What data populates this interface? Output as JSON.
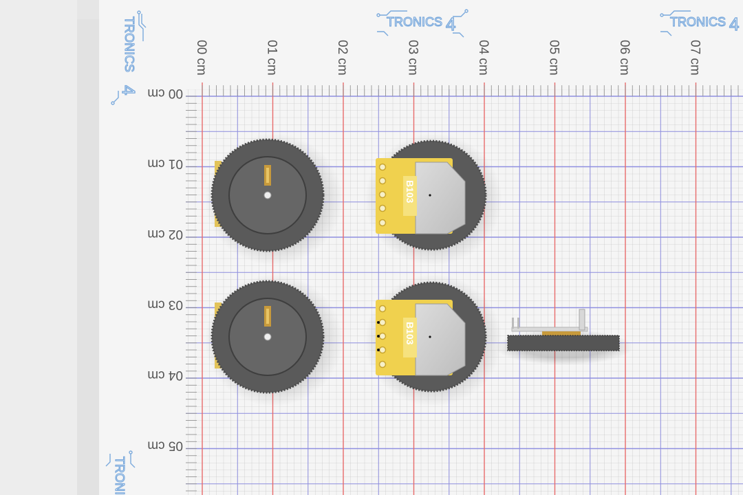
{
  "brand": {
    "text_a": "TRONICS",
    "text_b": "4",
    "color": "#7aa9dc"
  },
  "x_axis_labels": [
    "00 cm",
    "01 cm",
    "02 cm",
    "03 cm",
    "04 cm",
    "05 cm",
    "06 cm",
    "07 cm"
  ],
  "y_axis_labels": [
    "00 cm",
    "01 cm",
    "02 cm",
    "03 cm",
    "04 cm",
    "05 cm"
  ],
  "pcb_marking": "B103",
  "colors": {
    "cm_line": "#e86b6b",
    "half_line": "#8f8fe0",
    "grid": "#b4b4b4",
    "wheel": "#595959",
    "pcb": "#f0d14e"
  }
}
